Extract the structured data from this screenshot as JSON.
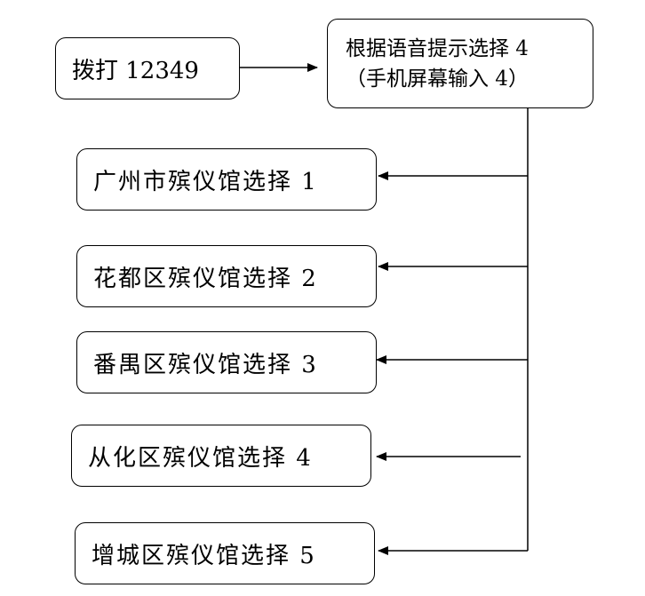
{
  "start": {
    "label": "拨打 12349"
  },
  "prompt": {
    "line1": "根据语音提示选择 4",
    "line2": "（手机屏幕输入 4）"
  },
  "options": [
    {
      "label": "广州市殡仪馆选择 1"
    },
    {
      "label": "花都区殡仪馆选择 2"
    },
    {
      "label": "番禺区殡仪馆选择 3"
    },
    {
      "label": "从化区殡仪馆选择 4"
    },
    {
      "label": "增城区殡仪馆选择 5"
    }
  ]
}
